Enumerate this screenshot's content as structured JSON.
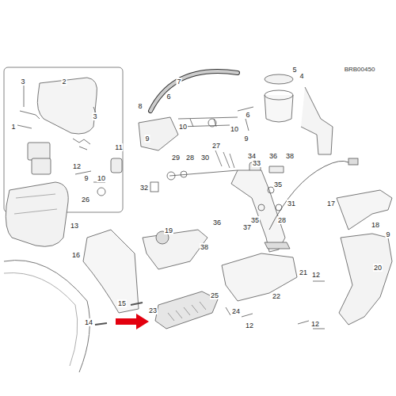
{
  "diagram": {
    "labels": [
      "BRB00450",
      "3",
      "2",
      "1",
      "3",
      "26",
      "7",
      "5",
      "4",
      "8",
      "6",
      "6",
      "9",
      "10",
      "10",
      "9",
      "11",
      "27",
      "29",
      "28",
      "30",
      "34",
      "33",
      "36",
      "38",
      "12",
      "9",
      "10",
      "32",
      "35",
      "31",
      "17",
      "28",
      "35",
      "36",
      "37",
      "18",
      "9",
      "13",
      "19",
      "38",
      "16",
      "20",
      "21",
      "12",
      "22",
      "25",
      "15",
      "14",
      "23",
      "24",
      "12",
      "12"
    ]
  }
}
